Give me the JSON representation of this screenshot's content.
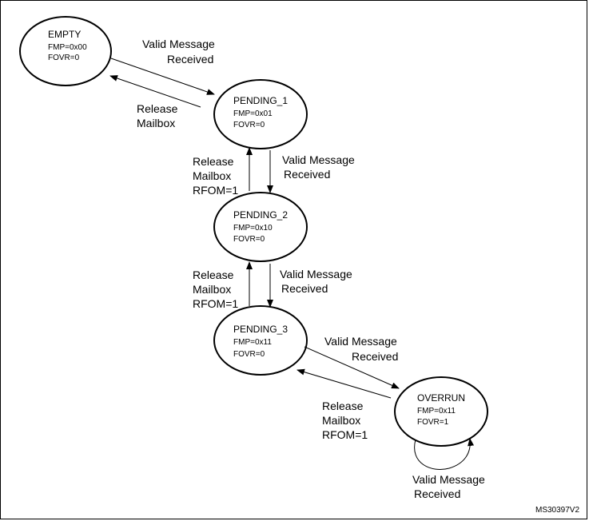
{
  "states": {
    "empty": {
      "name": "EMPTY",
      "fmp": "FMP=0x00",
      "fovr": "FOVR=0"
    },
    "pending1": {
      "name": "PENDING_1",
      "fmp": "FMP=0x01",
      "fovr": "FOVR=0"
    },
    "pending2": {
      "name": "PENDING_2",
      "fmp": "FMP=0x10",
      "fovr": "FOVR=0"
    },
    "pending3": {
      "name": "PENDING_3",
      "fmp": "FMP=0x11",
      "fovr": "FOVR=0"
    },
    "overrun": {
      "name": "OVERRUN",
      "fmp": "FMP=0x11",
      "fovr": "FOVR=1"
    }
  },
  "labels": {
    "valid_message": "Valid Message",
    "received": "Received",
    "release": "Release",
    "mailbox": "Mailbox",
    "rfom": "RFOM=1"
  },
  "figure_ref": "MS30397V2"
}
